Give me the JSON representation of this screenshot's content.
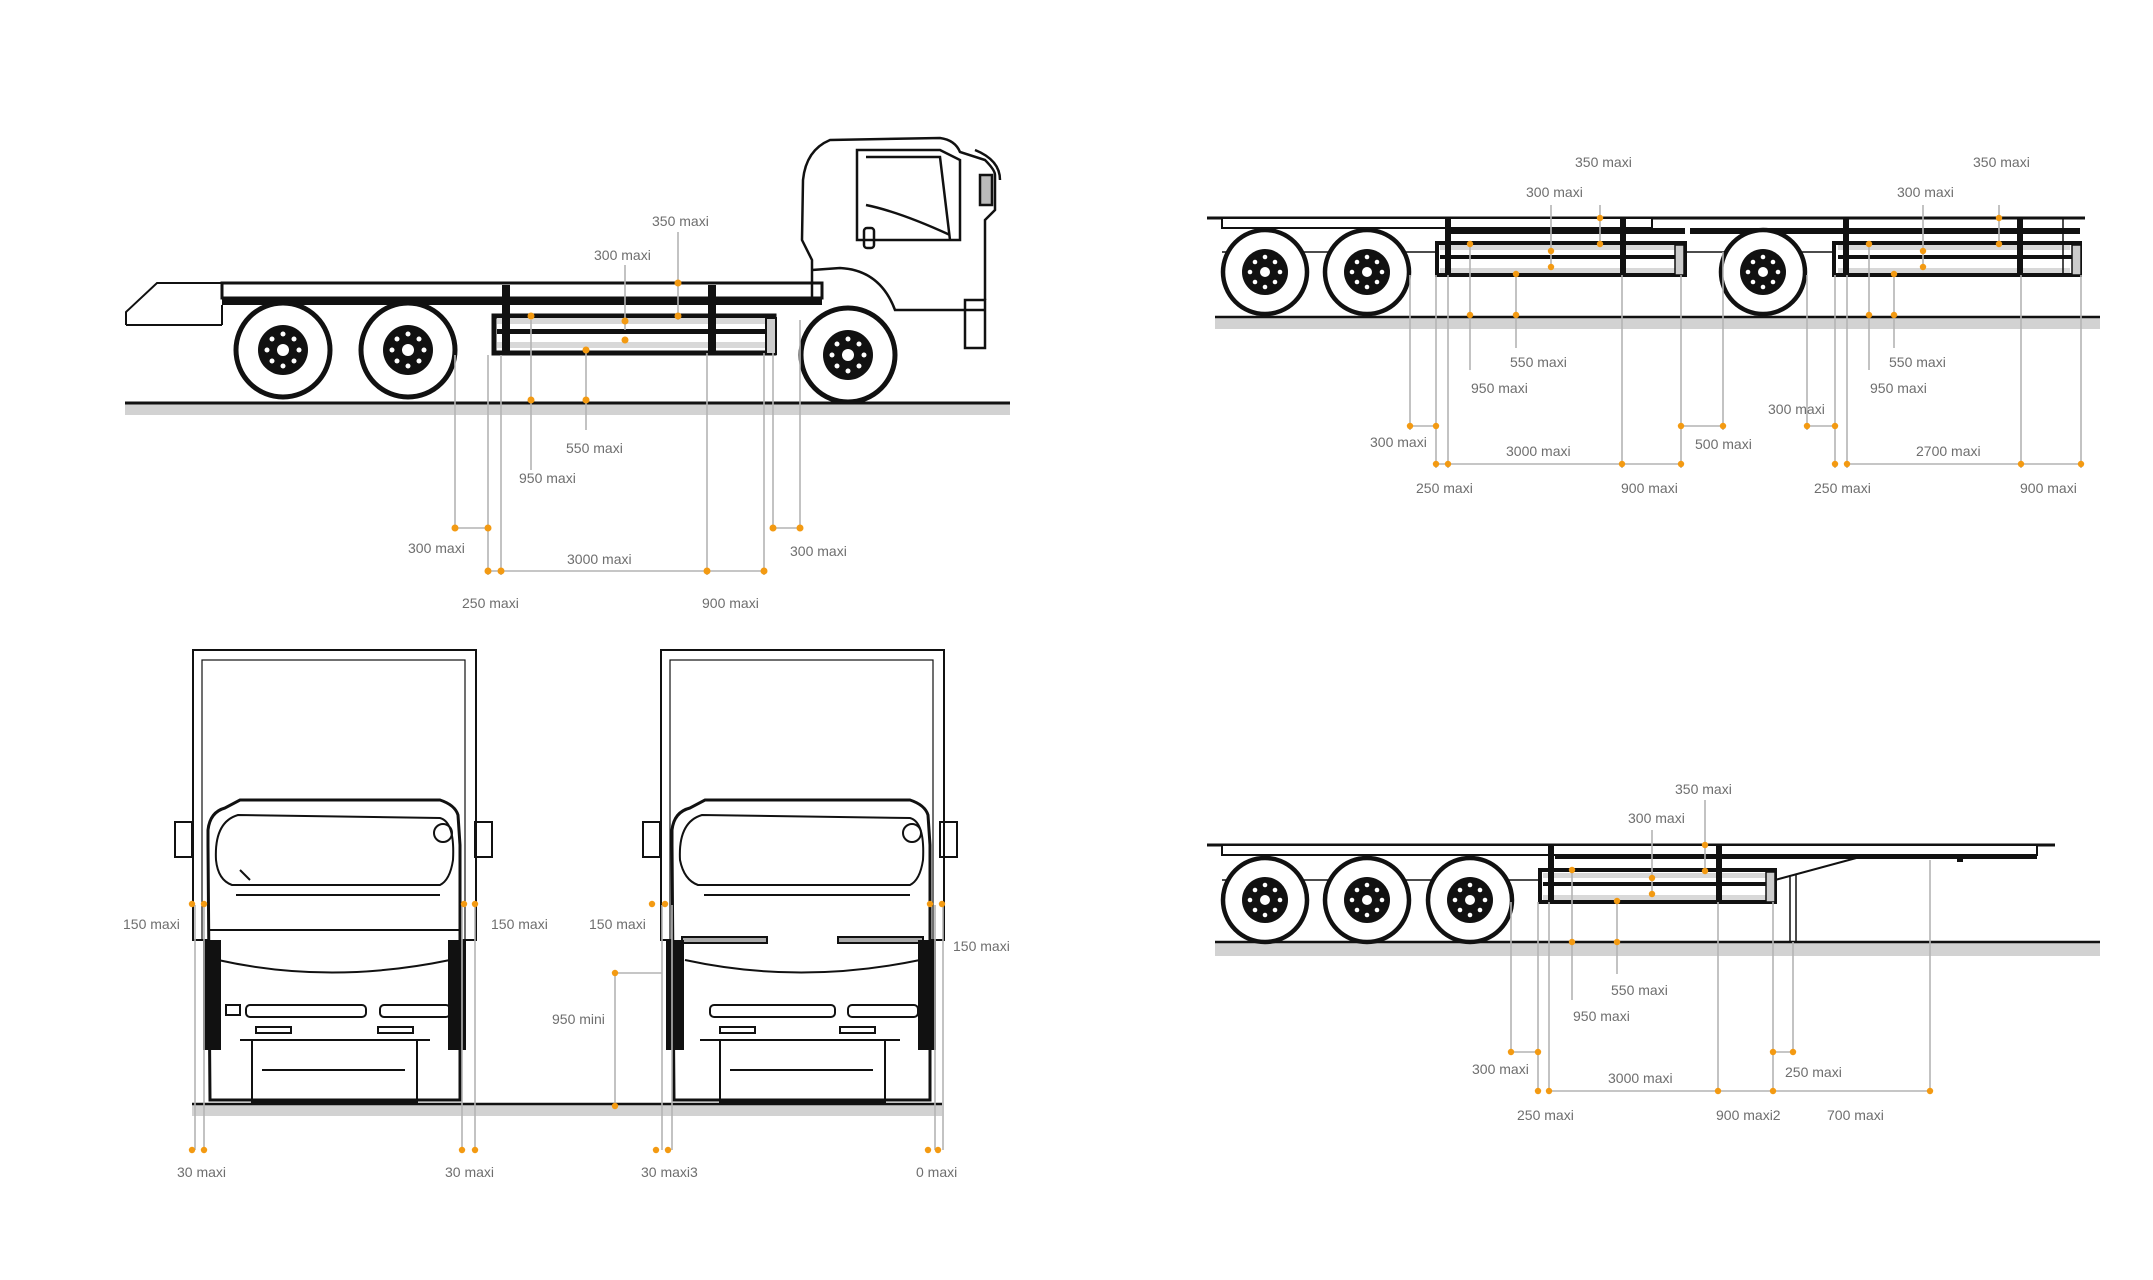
{
  "colors": {
    "dimension_dot": "#f39a12",
    "dimension_line": "#b4b4b4",
    "ground": "#d2d2d2",
    "ink": "#111111",
    "label": "#6e6e6e"
  },
  "views": {
    "rigid_truck_side": {
      "labels": {
        "top_350": "350 maxi",
        "top_300": "300 maxi",
        "mid_550": "550 maxi",
        "mid_950": "950 maxi",
        "rear_300": "300 maxi",
        "front_300": "300 maxi",
        "span_3000": "3000 maxi",
        "left_250": "250 maxi",
        "right_900": "900 maxi"
      }
    },
    "drawbar_trailer_side": {
      "labels": {
        "a_350": "350 maxi",
        "a_300": "300 maxi",
        "a_550": "550 maxi",
        "a_950": "950 maxi",
        "a_300_low": "300 maxi",
        "a_3000": "3000 maxi",
        "a_250": "250 maxi",
        "a_900": "900 maxi",
        "a_500": "500 maxi",
        "b_350": "350 maxi",
        "b_300": "300 maxi",
        "b_550": "550 maxi",
        "b_950": "950 maxi",
        "b_300_low": "300 maxi",
        "b_2700": "2700 maxi",
        "b_250": "250 maxi",
        "b_900": "900 maxi"
      }
    },
    "front_views": {
      "labels": {
        "l_150_left": "150 maxi",
        "l_150_right": "150 maxi",
        "l_30_left": "30 maxi",
        "l_30_right": "30 maxi",
        "r_150_left": "150 maxi",
        "r_150_right": "150 maxi",
        "r_950": "950 mini",
        "r_30": "30 maxi3",
        "r_0": "0 maxi"
      }
    },
    "semi_trailer_side": {
      "labels": {
        "t_350": "350 maxi",
        "t_300": "300 maxi",
        "t_550": "550 maxi",
        "t_950": "950 maxi",
        "t_300_low": "300 maxi",
        "t_3000": "3000 maxi",
        "t_250_left": "250 maxi",
        "t_900": "900 maxi2",
        "t_250_right": "250 maxi",
        "t_700": "700 maxi"
      }
    }
  }
}
